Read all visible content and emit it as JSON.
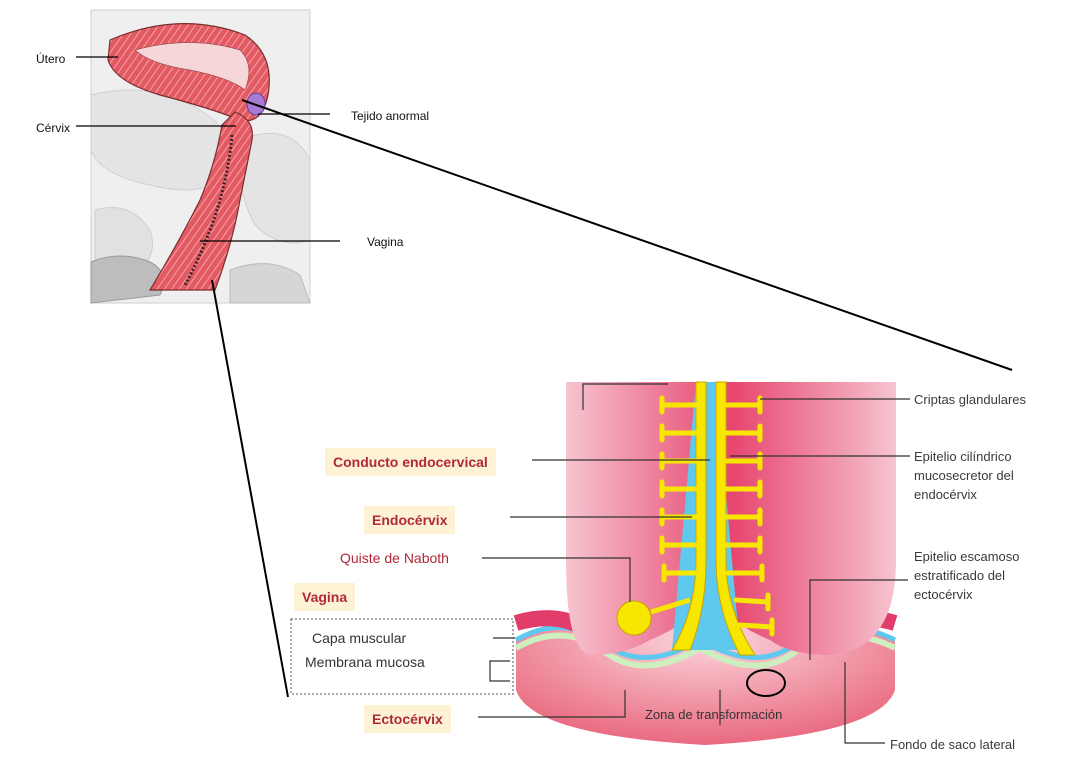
{
  "top_figure": {
    "labels": {
      "utero": "Útero",
      "cervix": "Cérvix",
      "tejido": "Tejido anormal",
      "vagina": "Vagina"
    }
  },
  "detail_figure": {
    "left_boxes": {
      "conducto": "Conducto endocervical",
      "endocervix": "Endocérvix",
      "vagina": "Vagina",
      "ectocervix": "Ectocérvix"
    },
    "left_plain": {
      "naboth": "Quiste de Naboth",
      "capa": "Capa muscular",
      "membrana": "Membrana mucosa"
    },
    "right_labels": {
      "criptas": "Criptas glandulares",
      "epitelio_cil": "Epitelio cilíndrico mucosecretor del endocérvix",
      "epitelio_esc": "Epitelio escamoso estratificado del ectocérvix",
      "fondo": "Fondo de saco lateral"
    },
    "zona": "Zona de transformación"
  },
  "colors": {
    "pink_dark": "#e23d6a",
    "pink_light": "#f7c4cf",
    "yellow": "#f7e600",
    "blue": "#5ec8ef",
    "label_red": "#b0283a",
    "box_fill": "#fdf2d4"
  }
}
